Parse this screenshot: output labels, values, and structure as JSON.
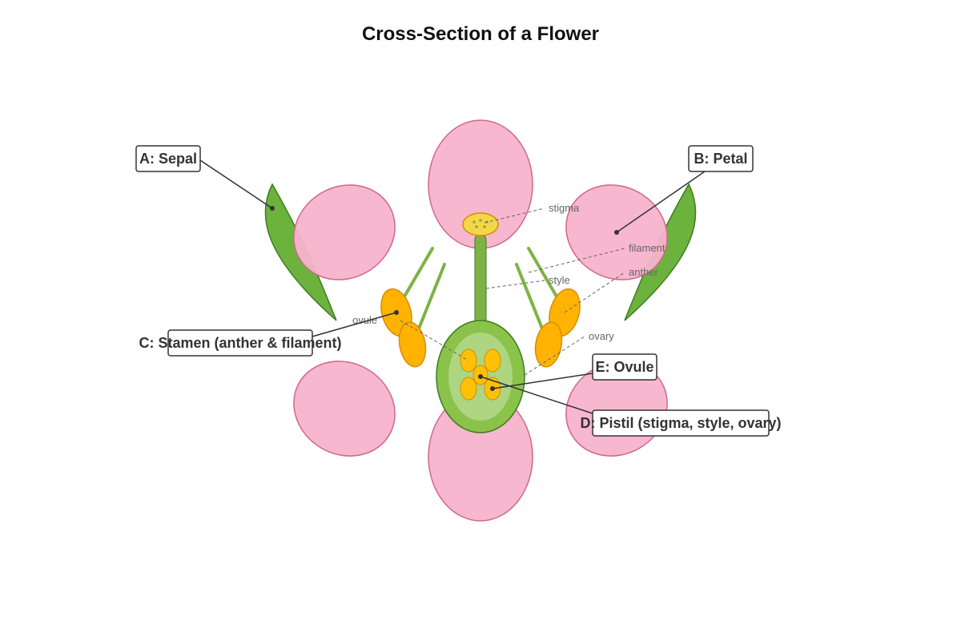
{
  "title": "Cross-Section of a Flower",
  "colors": {
    "petal_fill": "#f7b3cc",
    "petal_stroke": "#d0668a",
    "sepal_fill": "#6cb33e",
    "sepal_stroke": "#3f7a1f",
    "anther_fill": "#ffb300",
    "anther_stroke": "#d98c00",
    "filament": "#7db346",
    "stigma_fill": "#f0d84a",
    "ovary_outer": "#8bc34a",
    "ovary_inner": "#aed581",
    "ovule_fill": "#ffc107"
  },
  "labels": {
    "a": "A: Sepal",
    "b": "B: Petal",
    "c": "C: Stamen (anther & filament)",
    "d": "D: Pistil (stigma, style, ovary)",
    "e": "E: Ovule"
  },
  "part_labels": {
    "stigma": "stigma",
    "filament": "filament",
    "style": "style",
    "anther": "anther",
    "ovule": "ovule",
    "ovary": "ovary"
  }
}
